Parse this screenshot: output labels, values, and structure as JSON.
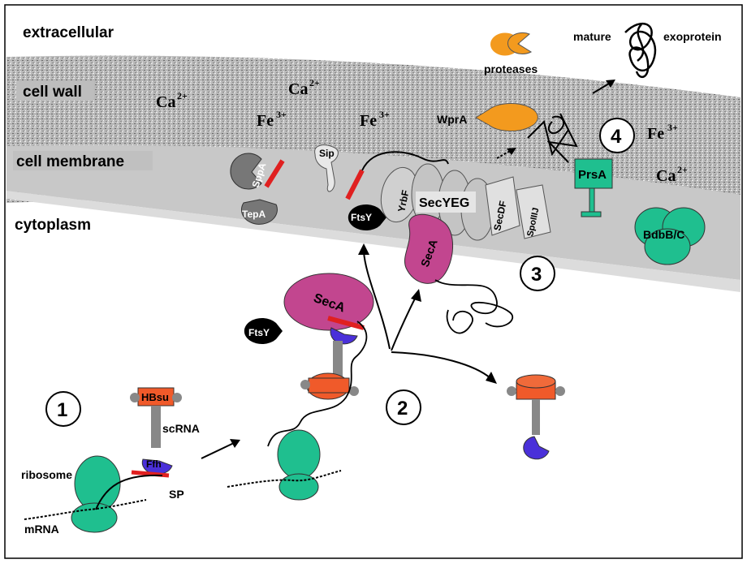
{
  "regions": {
    "extracellular": "extracellular",
    "cell_wall": "cell wall",
    "cell_membrane": "cell membrane",
    "cytoplasm": "cytoplasm"
  },
  "ions": {
    "ca": "Ca",
    "ca_charge": "2+",
    "fe": "Fe",
    "fe_charge": "3+"
  },
  "proteins": {
    "proteases": "proteases",
    "mature": "mature",
    "exoprotein": "exoprotein",
    "wpra": "WprA",
    "sip": "Sip",
    "sppa": "SppA",
    "tepa": "TepA",
    "ftsy": "FtsY",
    "yrbf": "YrbF",
    "secyeg": "SecYEG",
    "secdf": "SecDF",
    "spoiiij": "SpoIIIJ",
    "seca": "SecA",
    "prsa": "PrsA",
    "bdbbc": "BdbB/C",
    "hbsu": "HBsu",
    "scrna": "scRNA",
    "ffh": "Ffh",
    "ribosome": "ribosome",
    "sp": "SP",
    "mrna": "mRNA"
  },
  "steps": [
    "1",
    "2",
    "3",
    "4"
  ],
  "colors": {
    "ribosome": "#1fbf8f",
    "seca": "#c2468f",
    "ffh": "#4a30d9",
    "hbsu": "#f05a2a",
    "prsa_bdb": "#1fbf8f",
    "wpra": "#f39a1e",
    "signal_peptide": "#e02020",
    "membrane": "#c8c8c8"
  }
}
